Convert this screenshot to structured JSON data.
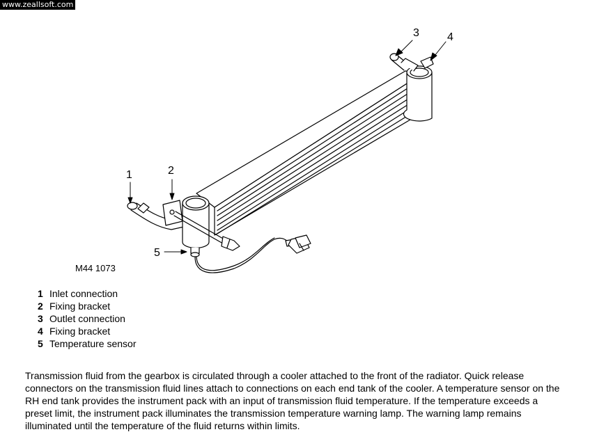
{
  "watermark": "www.zeallsoft.com",
  "figure_ref": "M44 1073",
  "callouts": [
    "1",
    "2",
    "3",
    "4",
    "5"
  ],
  "legend": [
    {
      "num": "1",
      "label": "Inlet connection"
    },
    {
      "num": "2",
      "label": "Fixing bracket"
    },
    {
      "num": "3",
      "label": "Outlet connection"
    },
    {
      "num": "4",
      "label": "Fixing bracket"
    },
    {
      "num": "5",
      "label": "Temperature sensor"
    }
  ],
  "description": "Transmission fluid from the gearbox is circulated through a cooler attached to the front of the radiator. Quick release connectors on the transmission fluid lines attach to connections on each end tank of the cooler. A temperature sensor on the RH end tank provides the instrument pack with an input of transmission fluid temperature. If the temperature exceeds a preset limit, the instrument pack illuminates the transmission temperature warning lamp. The warning lamp remains illuminated until the temperature of the fluid returns within limits."
}
